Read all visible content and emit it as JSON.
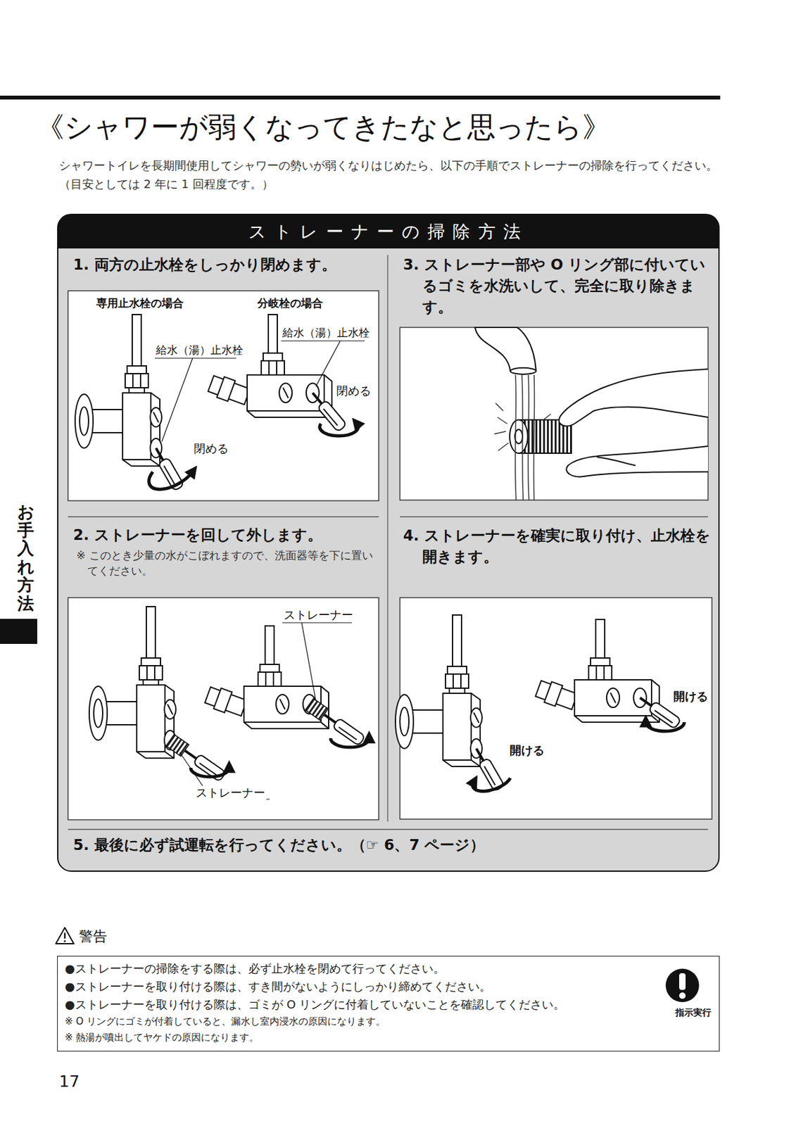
{
  "diagram": {
    "title": "《シャワーが弱くなってきたなと思ったら》",
    "nodes": [
      {
        "text": [
          "ストレーナーの掃除方法"
        ]
      },
      {
        "text": [
          "1. 両方の止水栓をしっかり閉めます。"
        ],
        "in": 0
      },
      {
        "text": [
          "2. ストレーナーを回して外します。",
          "※ このとき少量の水がこぼれますので、洗面器等を下に置いてください。"
        ],
        "in": 0
      },
      {
        "text": [
          "3. ストレーナー部や O リング部に付いているゴミを水洗いして、完全に取り除きます。"
        ],
        "in": 0
      },
      {
        "text": [
          "4. ストレーナーを確実に取り付け、止水栓を開きます。"
        ],
        "in": 0
      },
      {
        "text": [
          "5. 最後に必ず試運転を行ってください。（☞ 6、7 ページ）"
        ],
        "in": 0
      },
      {
        "text": [
          "警告",
          "●ストレーナーの掃除をする際は、必ず止水栓を閉めて行ってください。",
          "●ストレーナーを取り付ける際は、すき間がないようにしっかり締めてください。",
          "●ストレーナーを取り付ける際は、ゴミが O リングに付着していないことを確認してください。",
          "※ O リングにゴミが付着していると、漏水し室内浸水の原因になります。",
          "※ 熱湯が噴出してヤケドの原因になります。",
          "指示実行"
        ]
      }
    ],
    "labels": [
      "シャワートイレを長期間使用してシャワーの勢いが弱くなりはじめたら、以下の手順でストレーナーの掃除を行ってください。（目安としては 2 年に 1 回程度です。）",
      "専用止水栓の場合",
      "分岐栓の場合",
      "給水（湯）止水栓",
      "給水（湯）止水栓",
      "閉める",
      "閉める",
      "ストレーナー",
      "ストレーナー",
      "開ける",
      "開ける",
      "お手入れ方法",
      "17"
    ]
  }
}
